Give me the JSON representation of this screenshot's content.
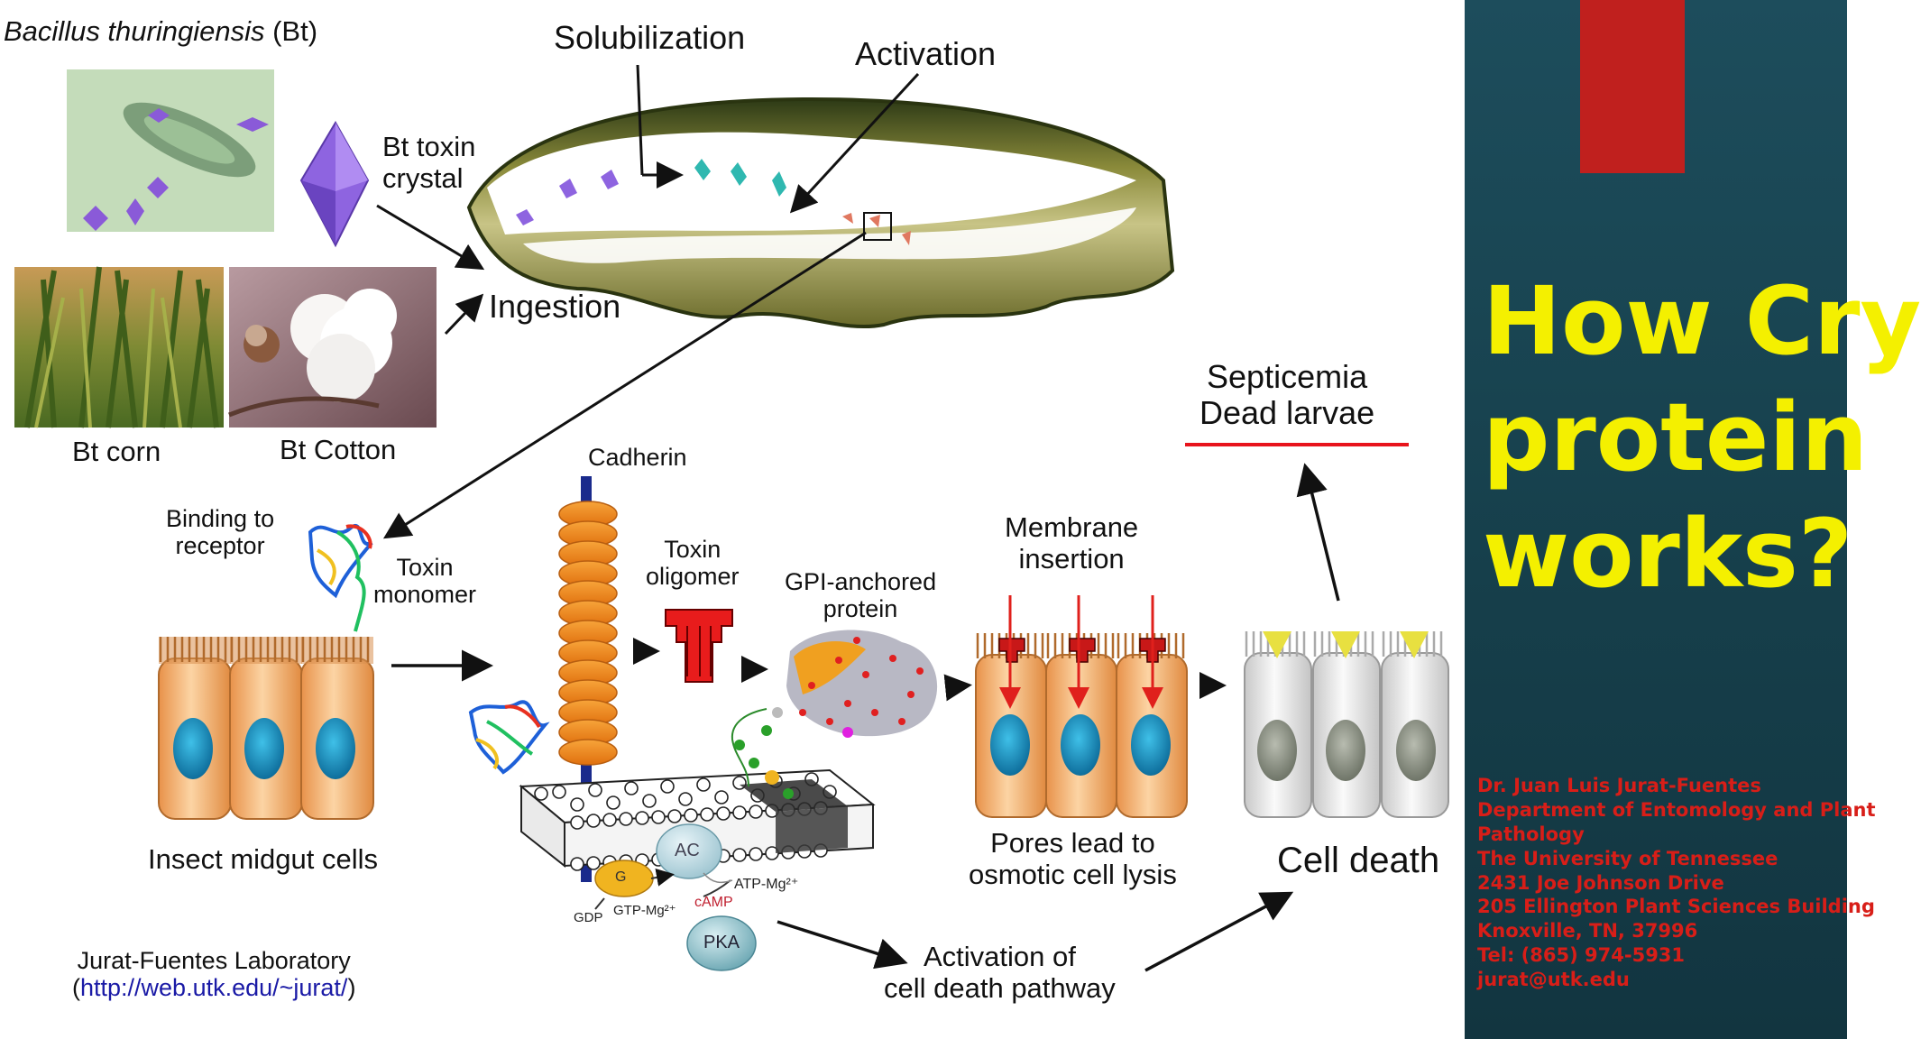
{
  "diagram": {
    "bt_title_italic": "Bacillus thuringiensis",
    "bt_title_suffix": " (Bt)",
    "crystal_label": [
      "Bt toxin",
      "crystal"
    ],
    "solubilization": "Solubilization",
    "activation": "Activation",
    "ingestion": "Ingestion",
    "bt_corn": "Bt corn",
    "bt_cotton": "Bt Cotton",
    "binding": [
      "Binding to",
      "receptor"
    ],
    "toxin_monomer": [
      "Toxin",
      "monomer"
    ],
    "cadherin": "Cadherin",
    "toxin_oligomer": [
      "Toxin",
      "oligomer"
    ],
    "gpi": [
      "GPI-anchored",
      "protein"
    ],
    "membrane_insertion": [
      "Membrane",
      "insertion"
    ],
    "septicemia": [
      "Septicemia",
      "Dead larvae"
    ],
    "insect_midgut": "Insect midgut cells",
    "pores": [
      "Pores lead to",
      "osmotic cell lysis"
    ],
    "cell_death": "Cell death",
    "activation_pathway": [
      "Activation of",
      "cell death pathway"
    ],
    "lab_name": "Jurat-Fuentes Laboratory",
    "lab_paren_open": "(",
    "lab_url": "http://web.utk.edu/~jurat/",
    "lab_paren_close": ")",
    "signal": {
      "ac": "AC",
      "g": "G",
      "gdp": "GDP",
      "gtp": "GTP-Mg²⁺",
      "camp": "cAMP",
      "atp": "ATP-Mg²⁺",
      "pka": "PKA"
    }
  },
  "sidebar": {
    "title_lines": [
      "How Cry",
      "protein",
      "works?"
    ],
    "credit_lines": [
      "Dr. Juan Luis Jurat-Fuentes",
      "Department of Entomology and Plant",
      "Pathology",
      "The University of Tennessee",
      "2431 Joe Johnson Drive",
      "205 Ellington Plant Sciences Building",
      "Knoxville, TN, 37996",
      "Tel: (865) 974-5931",
      "jurat@utk.edu"
    ]
  },
  "colors": {
    "sidebar_bg": "#1d4d5c",
    "title_yellow": "#f4f000",
    "accent_red": "#c0201e",
    "credit_red": "#d81e18",
    "cell_orange": "#f0a860",
    "nucleus_blue": "#1e8fc0",
    "dead_cell_grey": "#d8d8d8",
    "cadherin_orange": "#f08a1e",
    "crystal_purple": "#8a5ad8"
  },
  "icons": [
    "bt-bacteria-photo",
    "bt-crystal-icon",
    "larva-gut-illustration",
    "corn-photo",
    "cotton-photo",
    "receptor-protein-icon",
    "toxin-oligomer-icon",
    "gpi-protein-icon",
    "midgut-cell-icon",
    "membrane-bilayer-icon",
    "pka-icon"
  ]
}
